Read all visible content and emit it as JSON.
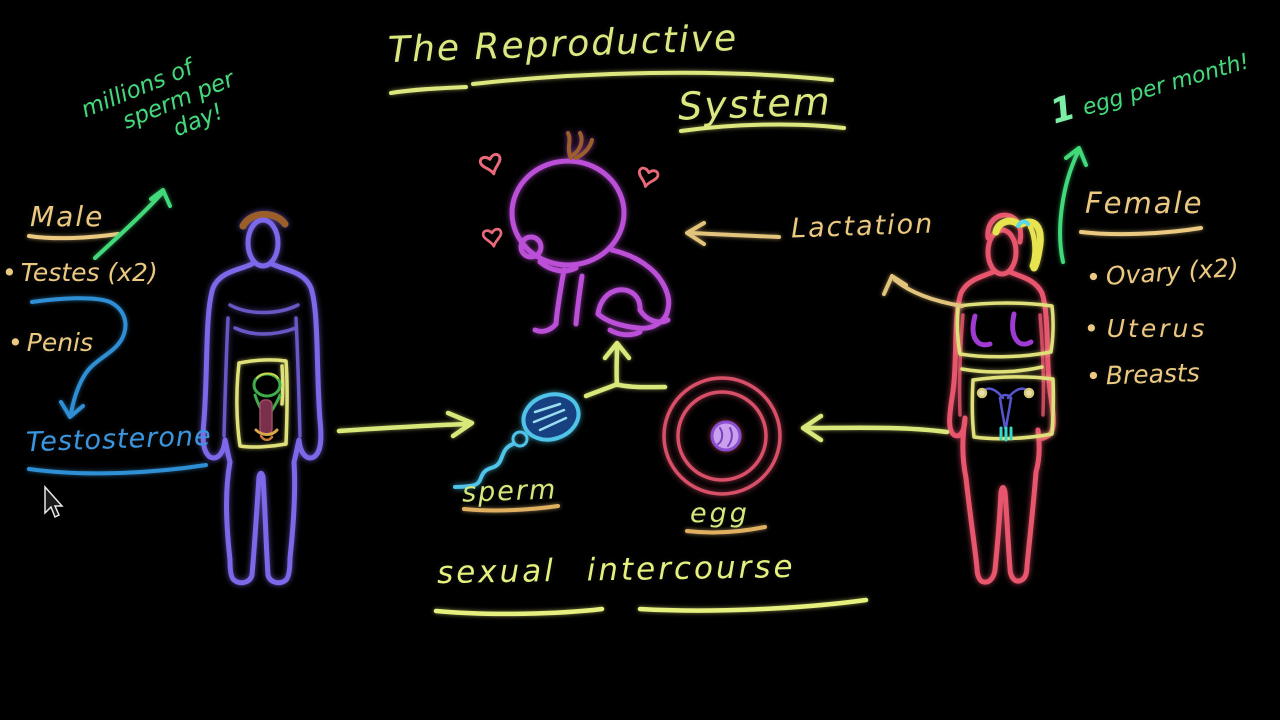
{
  "palette": {
    "background": "#000000",
    "title_yellow": "#dce87f",
    "label_tan": "#ecc980",
    "note_green": "#44d97c",
    "hormone_blue": "#3a96e0",
    "male_purple": "#7c68e8",
    "female_pink": "#e8566e",
    "baby_magenta": "#bb4fd8",
    "sperm_cyan": "#4fc3e8",
    "egg_red": "#d84f68",
    "box_yellow": "#e0e07a",
    "heart_pink": "#e86a7a"
  },
  "glyphs": {
    "bullet": "•"
  },
  "title": {
    "line1": "The Reproductive",
    "line2": "System"
  },
  "male": {
    "heading": "Male",
    "note_lines": [
      "millions of",
      "sperm per",
      "day!"
    ],
    "items": [
      {
        "label": "Testes (x2)"
      },
      {
        "label": "Penis"
      }
    ],
    "hormone": "Testosterone",
    "cell_label": "sperm"
  },
  "female": {
    "heading": "Female",
    "note_number": "1",
    "note_text": "egg per month!",
    "items": [
      {
        "label": "Ovary (x2)"
      },
      {
        "label": "Uterus"
      },
      {
        "label": "Breasts"
      }
    ],
    "cell_label": "egg"
  },
  "center": {
    "lactation": "Lactation",
    "intercourse": "sexual intercourse"
  }
}
